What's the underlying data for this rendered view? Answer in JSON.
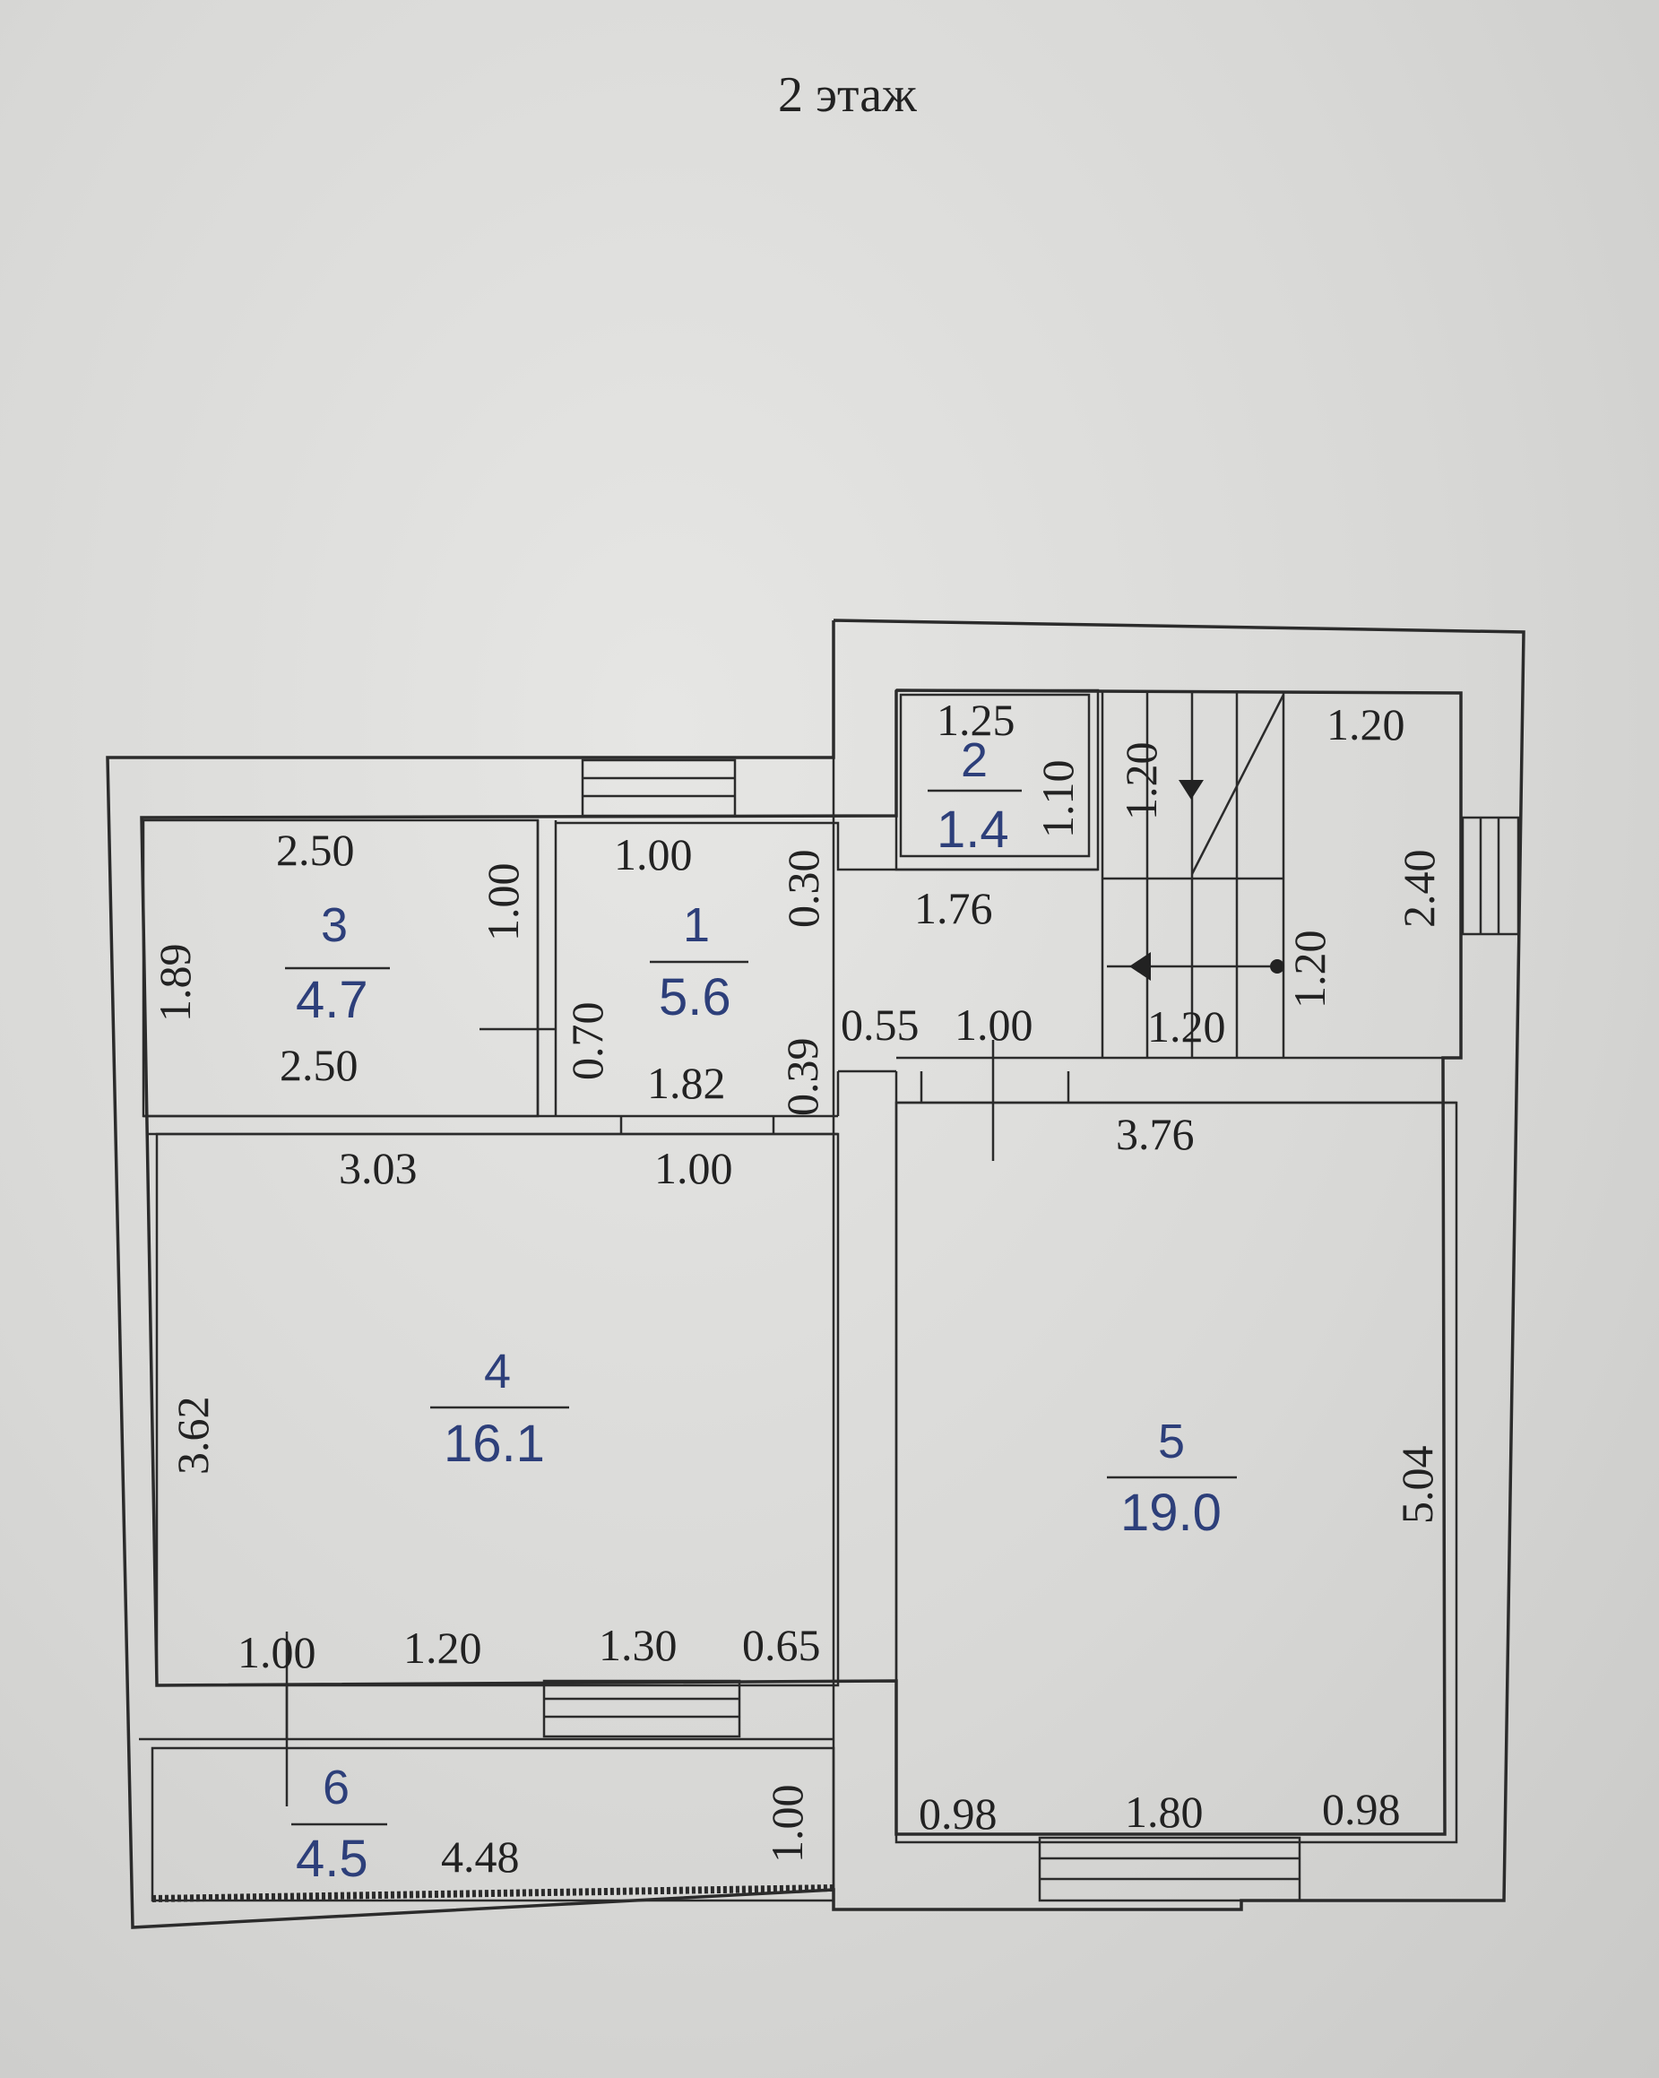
{
  "title": "2 этаж",
  "rooms": [
    {
      "number": "1",
      "area": "5.6"
    },
    {
      "number": "2",
      "area": "1.4"
    },
    {
      "number": "3",
      "area": "4.7"
    },
    {
      "number": "4",
      "area": "16.1"
    },
    {
      "number": "5",
      "area": "19.0"
    },
    {
      "number": "6",
      "area": "4.5"
    }
  ],
  "dimensions": {
    "r2_top": "1.25",
    "r2_side": "1.10",
    "stair_upper_height": "1.20",
    "stair_right_top": "1.20",
    "r3_top": "2.50",
    "r3_right": "1.00",
    "r3_left": "1.89",
    "r3_bottom": "2.50",
    "r1_top": "1.00",
    "r1_upper_right": "0.30",
    "r1_right_top": "1.76",
    "r1_left": "0.70",
    "r1_bottom": "1.82",
    "r1_lower_right": "0.39",
    "r1_gap": "0.55",
    "r1_door": "1.00",
    "stair_lower_width": "1.20",
    "stair_lower_height": "1.20",
    "right_side": "2.40",
    "r4_top_left": "3.03",
    "r4_top_right": "1.00",
    "r4_left": "3.62",
    "r4_bottom_1": "1.00",
    "r4_bottom_2": "1.20",
    "r4_bottom_3": "1.30",
    "r4_bottom_4": "0.65",
    "r5_top": "3.76",
    "r5_right": "5.04",
    "r5_bottom_left": "0.98",
    "r5_bottom_mid": "1.80",
    "r5_bottom_right": "0.98",
    "r6_width": "4.48",
    "r6_right": "1.00"
  }
}
